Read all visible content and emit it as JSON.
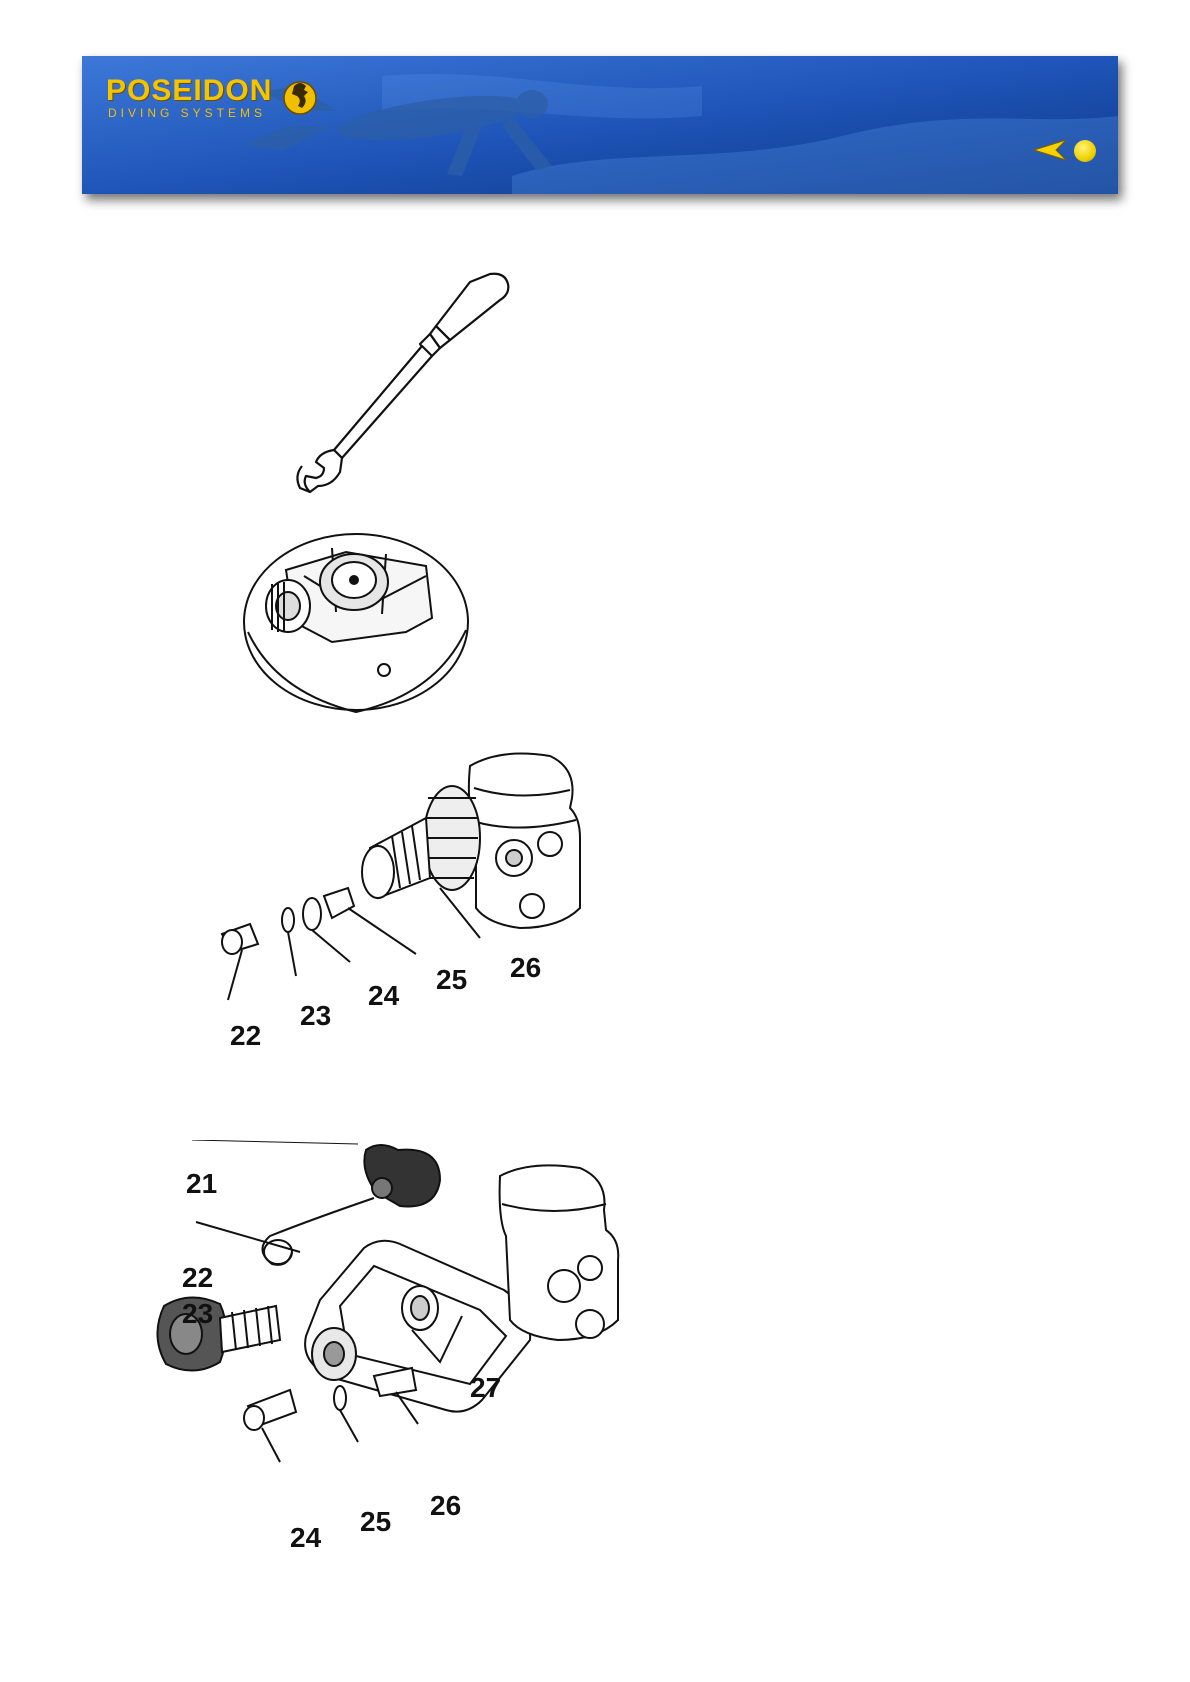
{
  "header": {
    "brand": "POSEIDON",
    "tagline": "DIVING SYSTEMS",
    "nav": {
      "back_icon": "back-arrow-icon",
      "home_icon": "home-dot-icon"
    },
    "colors": {
      "banner": "#1a4eb0",
      "brand": "#f5c400"
    }
  },
  "figure_exploded_1": {
    "callouts": [
      "22",
      "23",
      "24",
      "25",
      "26"
    ]
  },
  "figure_exploded_2": {
    "callouts": [
      "21",
      "22",
      "23",
      "27",
      "24",
      "25",
      "26"
    ]
  }
}
